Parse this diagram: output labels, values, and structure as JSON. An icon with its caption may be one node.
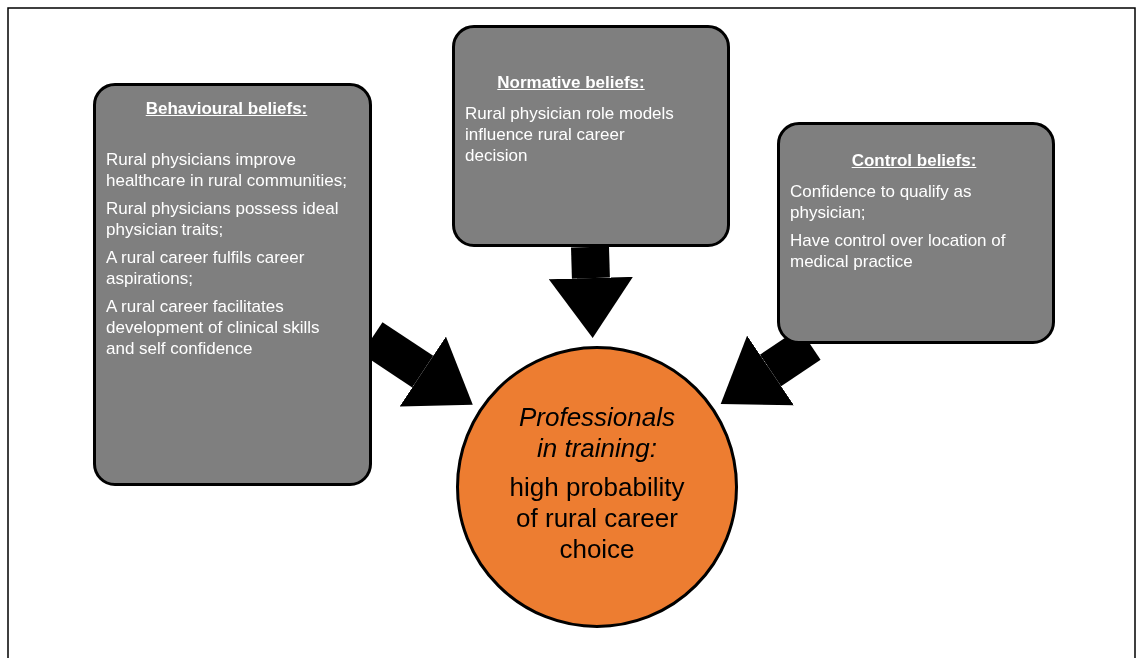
{
  "diagram": {
    "nodes": [
      {
        "text": [
          "Behavioural beliefs:",
          "Rural physicians improve healthcare in rural communities;",
          "Rural physicians possess ideal physician traits;",
          "A rural career fulfils career aspirations;",
          "A rural career facilitates development of clinical skills and self confidence"
        ]
      },
      {
        "text": [
          "Normative beliefs:",
          "Rural physician role models influence rural career decision"
        ]
      },
      {
        "text": [
          "Control beliefs:",
          "Confidence to qualify as physician;",
          "Have control over location of medical practice"
        ]
      },
      {
        "text": [
          "Professionals in training:",
          "high probability of rural career choice"
        ]
      }
    ],
    "edges": [
      {
        "from": 0,
        "to": 3,
        "arrow": "to"
      },
      {
        "from": 1,
        "to": 3,
        "arrow": "to"
      },
      {
        "from": 2,
        "to": 3,
        "arrow": "to"
      }
    ]
  }
}
